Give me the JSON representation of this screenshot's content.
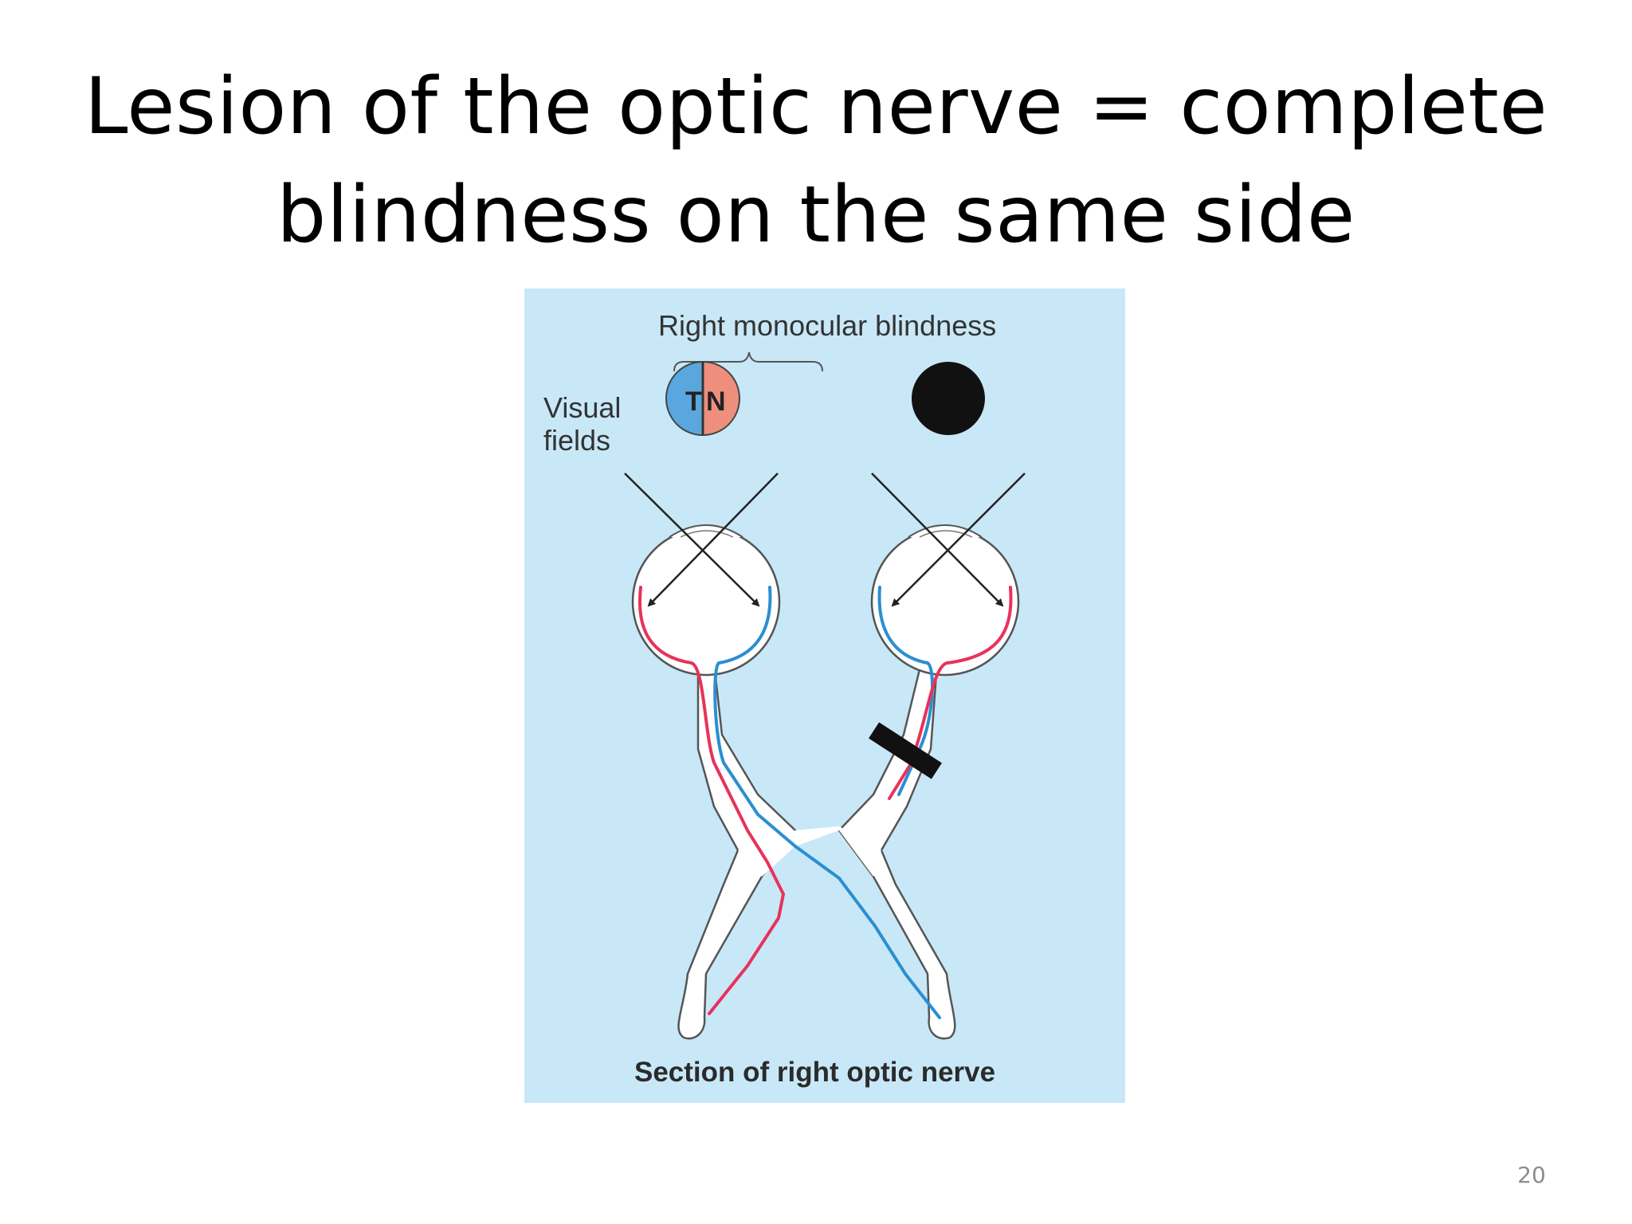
{
  "slide": {
    "title_line1": "Lesion of the optic nerve = complete",
    "title_line2": "blindness on the same side",
    "page_number": "20"
  },
  "diagram": {
    "header": "Right monocular blindness",
    "visual_fields_line1": "Visual",
    "visual_fields_line2": "fields",
    "temporal_label": "T",
    "nasal_label": "N",
    "caption": "Section of right optic nerve",
    "colors": {
      "background": "#c8e8f8",
      "temporal": "#5aa7e0",
      "nasal": "#ee8f7e",
      "pathway_red": "#e8325a",
      "pathway_blue": "#2b8fd0",
      "lesion": "#111111"
    }
  }
}
